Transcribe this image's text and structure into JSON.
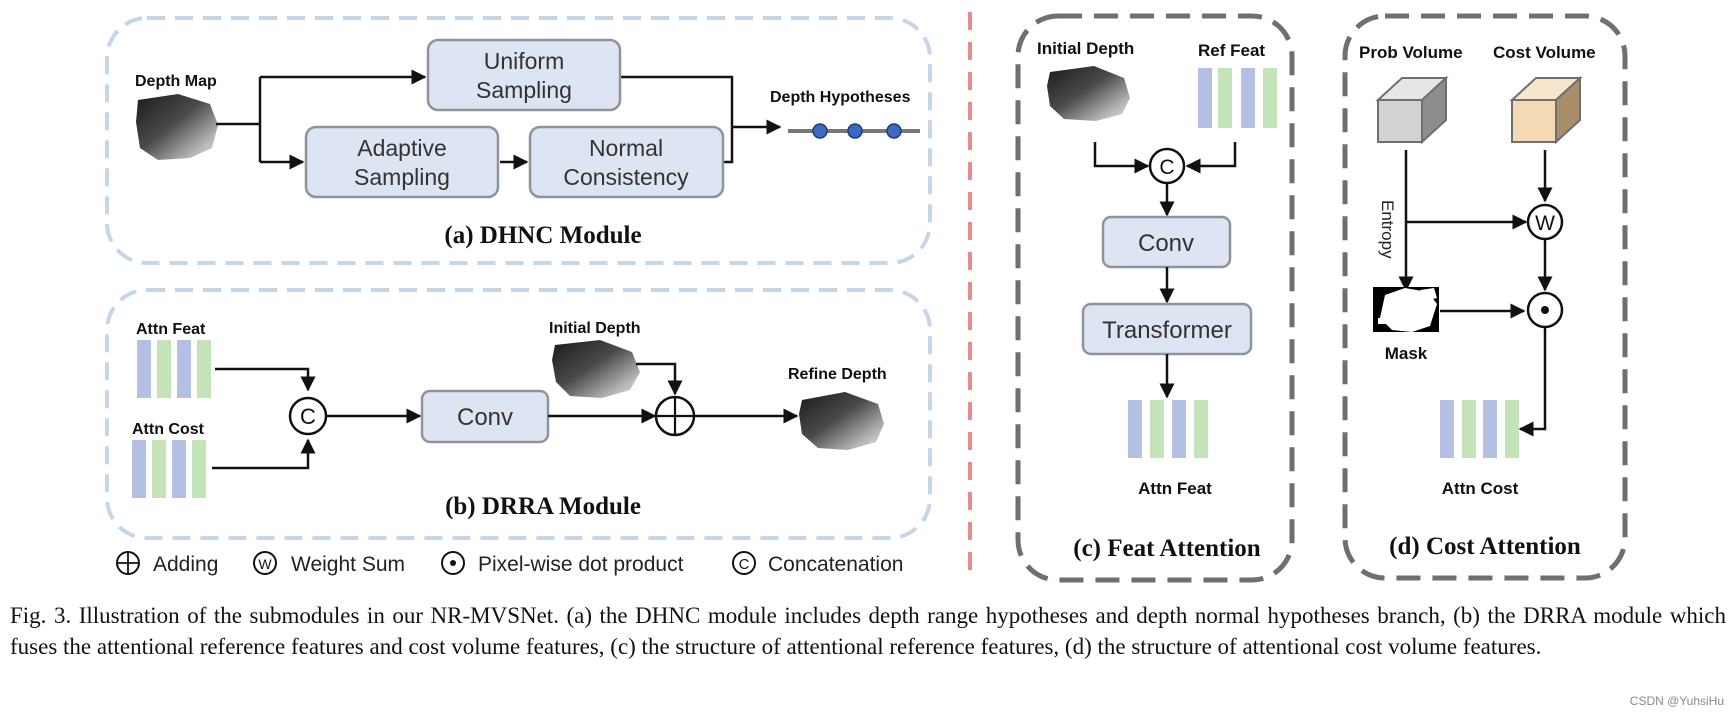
{
  "panels": {
    "a": {
      "title": "(a) DHNC Module",
      "depth_map": "Depth Map",
      "uniform_sampling": [
        "Uniform",
        "Sampling"
      ],
      "adaptive_sampling": [
        "Adaptive",
        "Sampling"
      ],
      "normal_consistency": [
        "Normal",
        "Consistency"
      ],
      "depth_hypotheses": "Depth Hypotheses"
    },
    "b": {
      "title": "(b) DRRA Module",
      "attn_feat": "Attn Feat",
      "attn_cost": "Attn Cost",
      "initial_depth": "Initial Depth",
      "conv": "Conv",
      "refine_depth": "Refine Depth"
    },
    "c": {
      "title": "(c) Feat Attention",
      "initial_depth": "Initial Depth",
      "ref_feat": "Ref Feat",
      "conv": "Conv",
      "transformer": "Transformer",
      "attn_feat": "Attn Feat"
    },
    "d": {
      "title": "(d) Cost Attention",
      "prob_volume": "Prob Volume",
      "cost_volume": "Cost Volume",
      "entropy": "Entropy",
      "mask": "Mask",
      "attn_cost": "Attn Cost"
    }
  },
  "legend": {
    "adding": "Adding",
    "weight_sum": "Weight Sum",
    "dot_product": "Pixel-wise dot product",
    "concatenation": "Concatenation"
  },
  "symbols": {
    "concat": "C",
    "weight": "W"
  },
  "caption": "Fig. 3.   Illustration of the submodules in our NR-MVSNet. (a) the DHNC module includes depth range hypotheses and depth normal hypotheses branch, (b) the DRRA module which fuses the attentional reference features and cost volume features, (c) the structure of attentional reference features, (d) the structure of attentional cost volume features.",
  "watermark": "CSDN @YuhsiHu",
  "colors": {
    "box_fill": "#dde4f2",
    "box_stroke": "#8e939c",
    "dashed_blue": "#c4d6ea",
    "dashed_gray": "#6f6f6f",
    "divider_red": "#e88b8b",
    "feat_blue": "#b3bfe3",
    "feat_green": "#c4e3b8",
    "hyp_dot": "#3f68c2",
    "prob_volume": "#d2d2d2",
    "cost_volume": "#f3d9b4"
  }
}
